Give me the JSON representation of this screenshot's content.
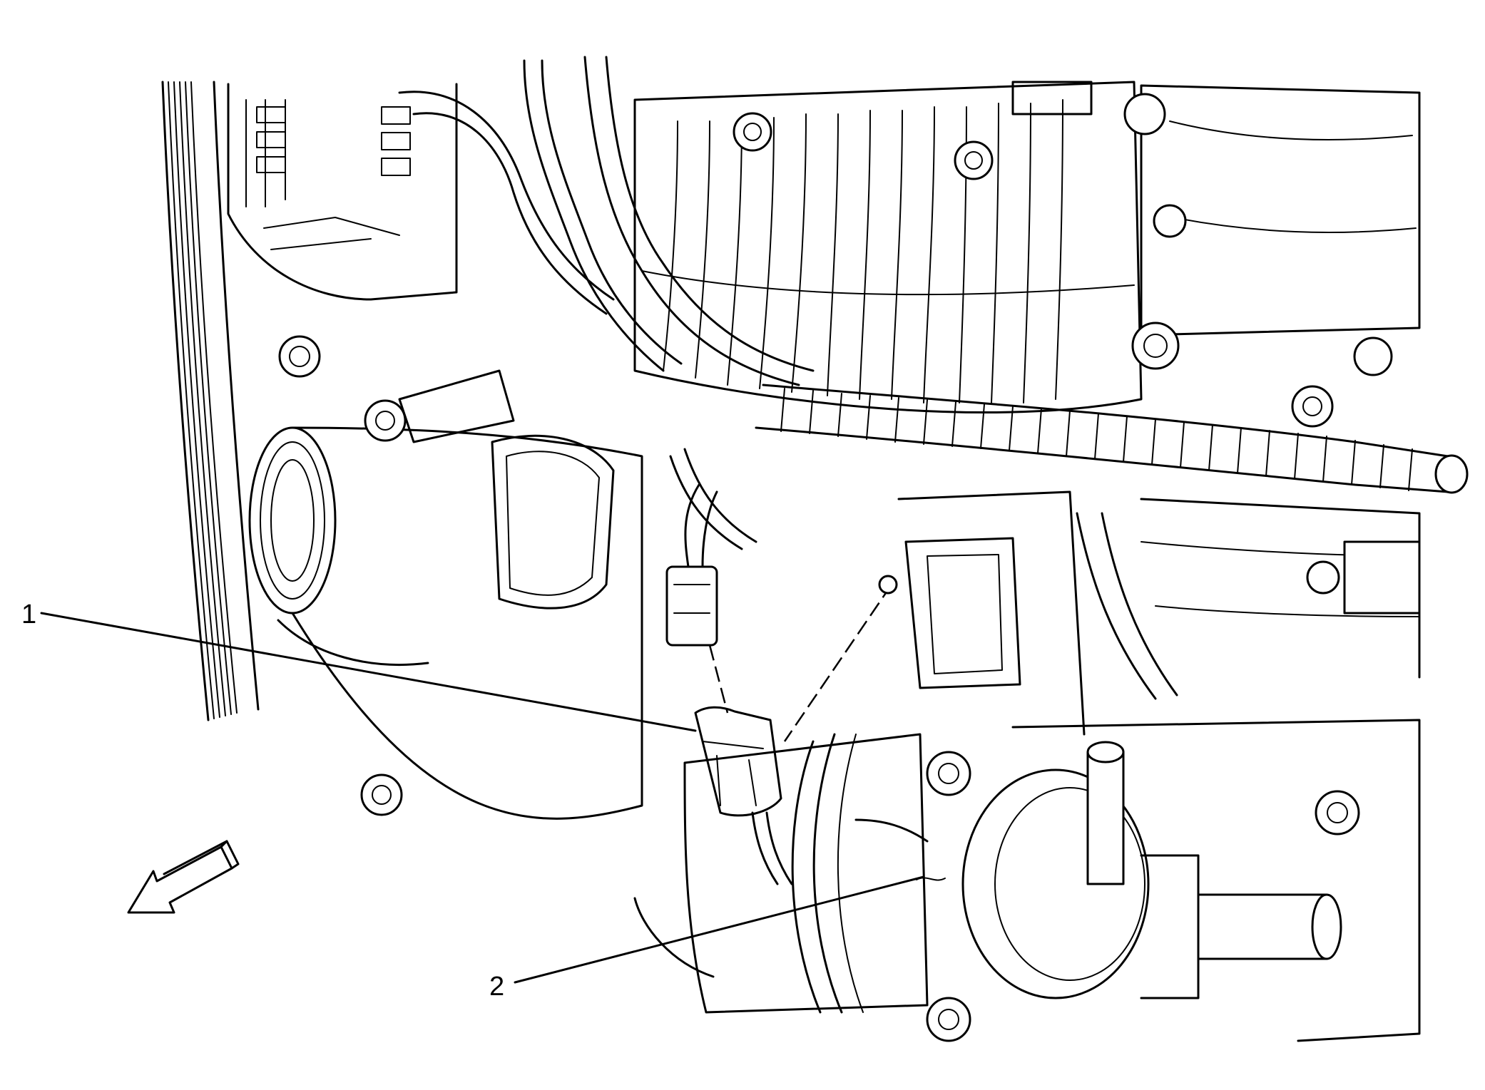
{
  "callouts": [
    {
      "id": 1,
      "label": "1"
    },
    {
      "id": 2,
      "label": "2"
    }
  ],
  "icons": {
    "direction": "front-of-vehicle-arrow-icon"
  },
  "colors": {
    "line": "#000000",
    "background": "#ffffff"
  }
}
